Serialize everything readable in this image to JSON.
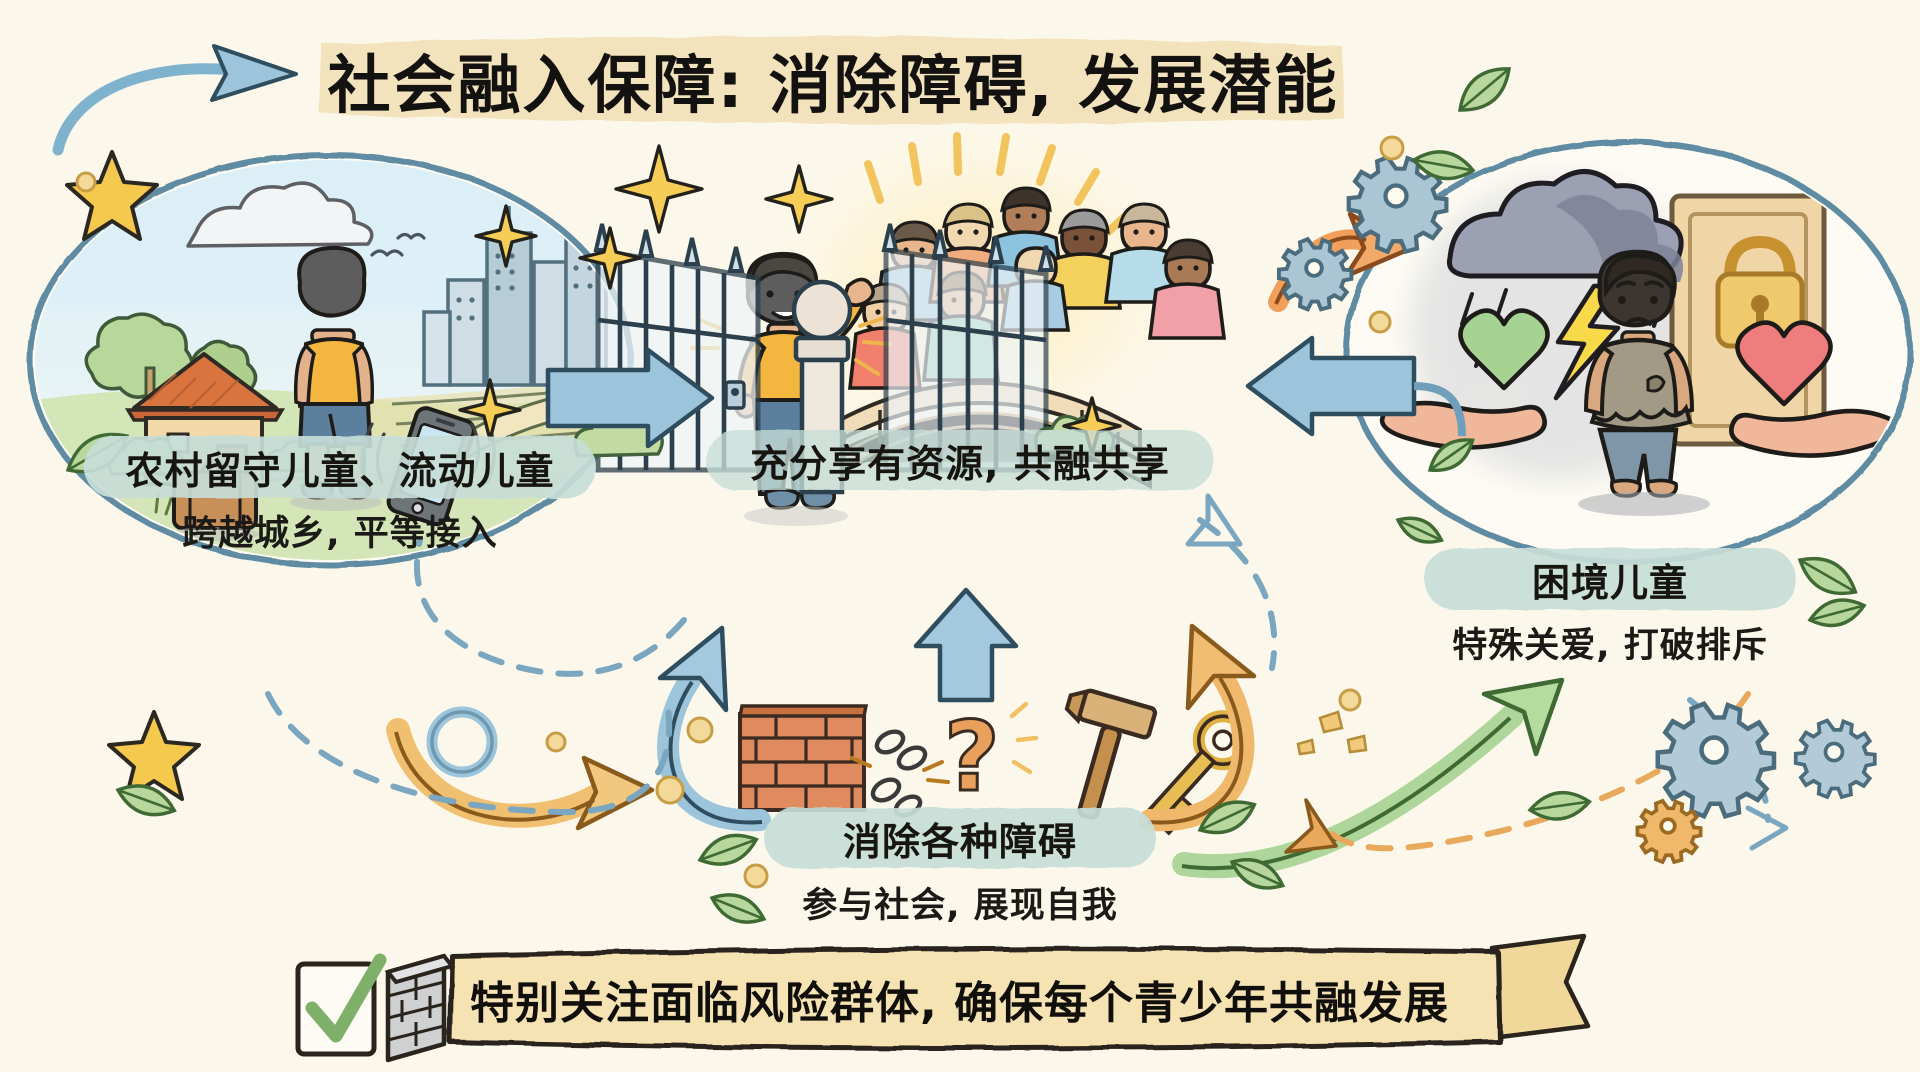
{
  "poster": {
    "title": "社会融入保障: 消除障碍, 发展潜能",
    "background_color": "#fdfaf0",
    "title_band_color": "#f3e2bb",
    "pill_color": "#c7ded8",
    "footer_band_color": "#f6e3b4",
    "ink_color": "#1b1a16"
  },
  "nodes": {
    "left": {
      "label": "农村留守儿童、流动儿童",
      "subtitle": "跨越城乡, 平等接入",
      "scene_items": [
        "farmhouse-icon",
        "tree-icon",
        "cloud-icon",
        "bird-icon",
        "city-skyline-icon",
        "field-icon",
        "child-back-view-icon",
        "suitcase-icon",
        "smartphone-icon"
      ]
    },
    "center": {
      "label": "充分享有资源, 共融共享",
      "scene_items": [
        "open-gate-icon",
        "bridge-icon",
        "crowd-icon",
        "cheering-child-icon",
        "sparkle-icon",
        "sunburst-icon"
      ]
    },
    "right": {
      "label": "困境儿童",
      "subtitle": "特殊关爱, 打破排斥",
      "scene_items": [
        "storm-cloud-icon",
        "lightning-icon",
        "rain-icon",
        "locked-door-icon",
        "padlock-icon",
        "sad-child-icon",
        "green-heart-icon",
        "red-heart-icon",
        "caring-hand-left-icon",
        "caring-hand-right-icon"
      ]
    },
    "barrier": {
      "label": "消除各种障碍",
      "subtitle": "参与社会, 展现自我",
      "scene_items": [
        "brick-wall-icon",
        "broken-chain-icon",
        "question-mark-icon",
        "hammer-icon",
        "key-icon"
      ]
    }
  },
  "footer": {
    "text": "特别关注面临风险群体, 确保每个青少年共融发展",
    "icons": [
      "checkbox-check-icon",
      "brick-wall-icon",
      "ribbon-icon"
    ]
  },
  "decorations": {
    "stars": 3,
    "leaves": 9,
    "gears": 5,
    "dots": 8,
    "arrows": [
      {
        "name": "arrow-title-in",
        "color": "#7fb2cc",
        "direction": "right"
      },
      {
        "name": "arrow-left-to-center",
        "color": "#7fb2cc",
        "direction": "right"
      },
      {
        "name": "arrow-right-to-center",
        "color": "#7fb2cc",
        "direction": "left"
      },
      {
        "name": "arrow-barrier-up",
        "color": "#8bb9d4",
        "direction": "up"
      },
      {
        "name": "arrow-loop-left-up",
        "color": "#8bb9d4",
        "direction": "up"
      },
      {
        "name": "arrow-loop-right-up",
        "color": "#e8a95c",
        "direction": "up"
      },
      {
        "name": "arrow-bottom-left-curve",
        "color": "#f0c070",
        "direction": "right"
      },
      {
        "name": "arrow-bottom-right-curve",
        "color": "#9ec98d",
        "direction": "right"
      },
      {
        "name": "arrow-top-right-curve",
        "color": "#e8924a",
        "direction": "right"
      },
      {
        "name": "arrow-dashed-orange",
        "color": "#e8a95c",
        "direction": "left"
      },
      {
        "name": "arrow-dashed-blue",
        "color": "#7aa6bf",
        "direction": "right"
      }
    ]
  },
  "palette": {
    "sky": "#dbeef5",
    "grass": "#bcd79a",
    "roof": "#d9743f",
    "wall": "#f3d8a8",
    "shirt_yellow": "#f4b63f",
    "shorts_blue": "#5b7f9c",
    "city_grey": "#b9ccd6",
    "storm_grey": "#8b8fa3",
    "lightning": "#f7d94a",
    "skin": "#e8b58c",
    "brick": "#e08a5f",
    "gold": "#e9b949",
    "green_leaf": "#9ec98d",
    "blue_ink": "#3e6b85"
  }
}
